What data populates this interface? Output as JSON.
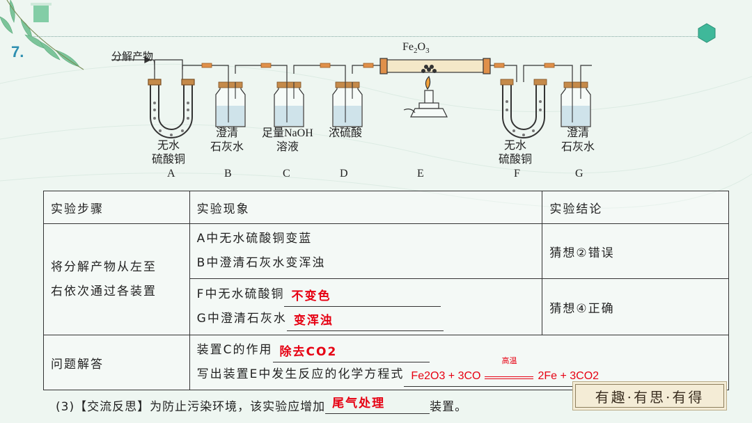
{
  "question_number": "7.",
  "apparatus": {
    "inlet_label": "分解产物",
    "e_reagent": "Fe2O3",
    "devices": [
      {
        "letter": "A",
        "label": [
          "无水",
          "硫酸铜"
        ]
      },
      {
        "letter": "B",
        "label": [
          "澄清",
          "石灰水"
        ]
      },
      {
        "letter": "C",
        "label": [
          "足量NaOH",
          "溶液"
        ]
      },
      {
        "letter": "D",
        "label": [
          "浓硫酸"
        ]
      },
      {
        "letter": "E",
        "label": []
      },
      {
        "letter": "F",
        "label": [
          "无水",
          "硫酸铜"
        ]
      },
      {
        "letter": "G",
        "label": [
          "澄清",
          "石灰水"
        ]
      }
    ]
  },
  "table": {
    "headers": [
      "实验步骤",
      "实验现象",
      "实验结论"
    ],
    "step1": [
      "将分解产物从左至",
      "右依次通过各装置"
    ],
    "obs1": [
      "A中无水硫酸铜变蓝",
      "B中澄清石灰水变浑浊"
    ],
    "concl1": "猜想②错误",
    "obs2_f_prefix": "F中无水硫酸铜",
    "obs2_f_answer": "不变色",
    "obs2_g_prefix": "G中澄清石灰水",
    "obs2_g_answer": "变浑浊",
    "concl2": "猜想④正确",
    "step3": "问题解答",
    "q_c_prefix": "装置C的作用",
    "q_c_answer": "除去CO2",
    "q_e_prefix": "写出装置E中发生反应的化学方程式",
    "eq_left": "Fe2O3 + 3CO",
    "eq_condition": "高温",
    "eq_right": "2Fe + 3CO2"
  },
  "reflection": {
    "prefix": "(3)【交流反思】为防止污染环境，该实验应增加",
    "answer": "尾气处理",
    "suffix": "装置。"
  },
  "motto": "有趣·有思·有得",
  "colors": {
    "answer": "#e60012",
    "accent": "#2e8fb0",
    "background": "#eef6f1"
  }
}
